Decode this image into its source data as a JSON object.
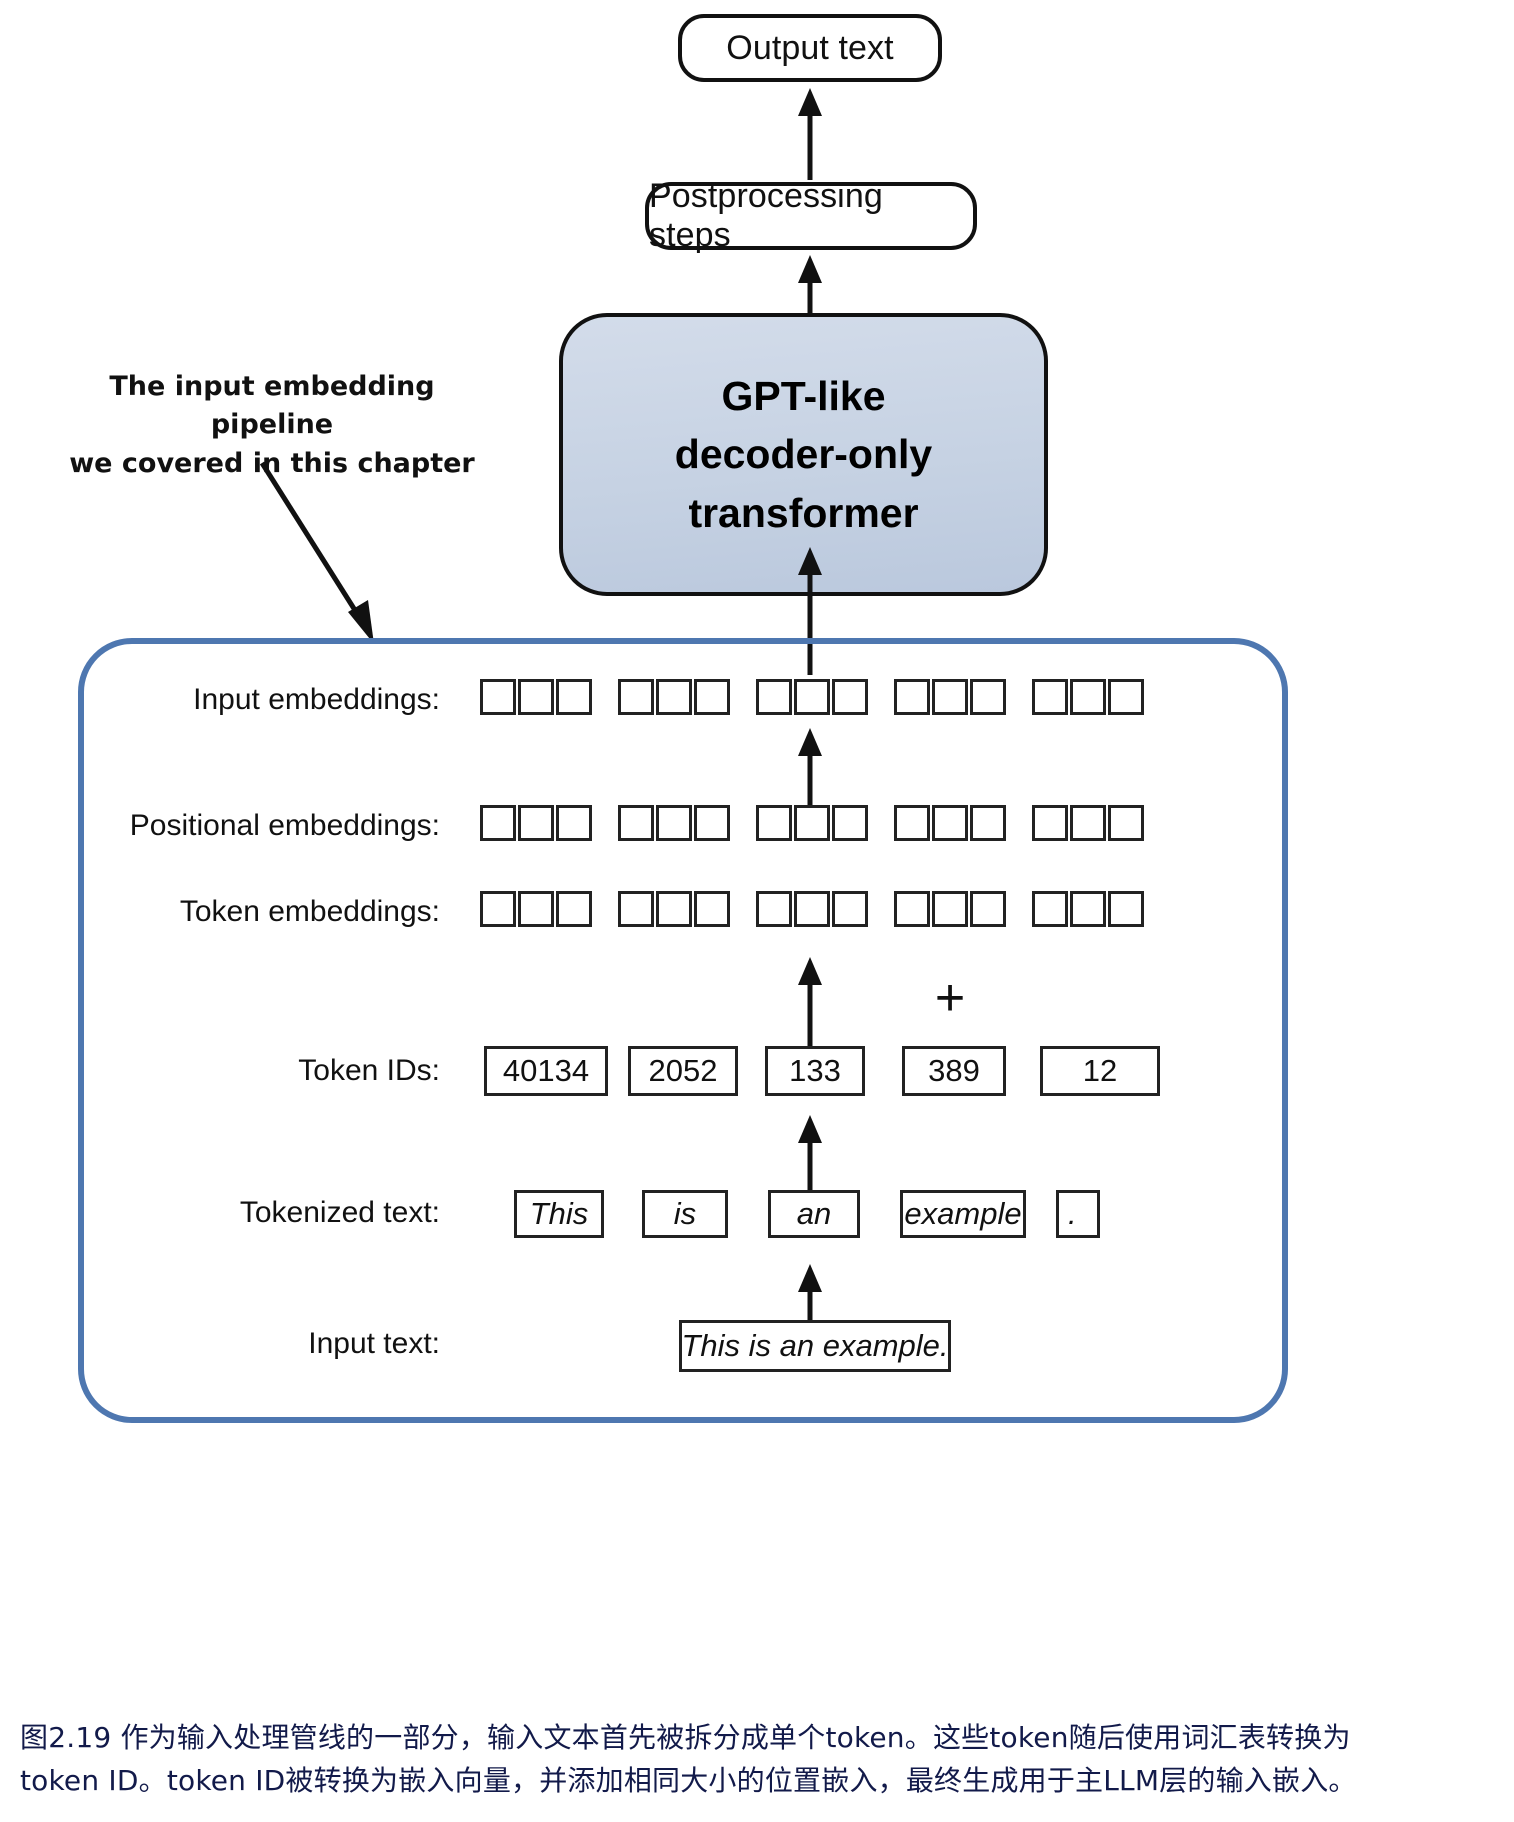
{
  "diagram": {
    "top_boxes": {
      "output_text": "Output text",
      "postprocessing": "Postprocessing steps"
    },
    "model_box": {
      "line1": "GPT-like",
      "line2": "decoder-only",
      "line3": "transformer",
      "fill_color": "#c6d2e3",
      "border_color": "#111111"
    },
    "annotation": {
      "line1": "The input embedding pipeline",
      "line2": "we covered in this chapter"
    },
    "pipeline_frame": {
      "border_color": "#4e77b0"
    },
    "operator": {
      "plus": "+"
    },
    "rows": {
      "input_embeddings": {
        "label": "Input embeddings:",
        "cells_per_group": 3,
        "groups": 5
      },
      "positional_embeddings": {
        "label": "Positional embeddings:",
        "cells_per_group": 3,
        "groups": 5
      },
      "token_embeddings": {
        "label": "Token embeddings:",
        "cells_per_group": 3,
        "groups": 5
      },
      "token_ids": {
        "label": "Token IDs:",
        "values": [
          "40134",
          "2052",
          "133",
          "389",
          "12"
        ]
      },
      "tokenized_text": {
        "label": "Tokenized text:",
        "values": [
          "This",
          "is",
          "an",
          "example",
          "."
        ]
      },
      "input_text": {
        "label": "Input text:",
        "value": "This is an example."
      }
    }
  },
  "caption": {
    "line1": "图2.19 作为输入处理管线的一部分，输入文本首先被拆分成单个token。这些token随后使用词汇表转换为",
    "line2": "token ID。token ID被转换为嵌入向量，并添加相同大小的位置嵌入，最终生成用于主LLM层的输入嵌入。",
    "color": "#121a4a"
  }
}
